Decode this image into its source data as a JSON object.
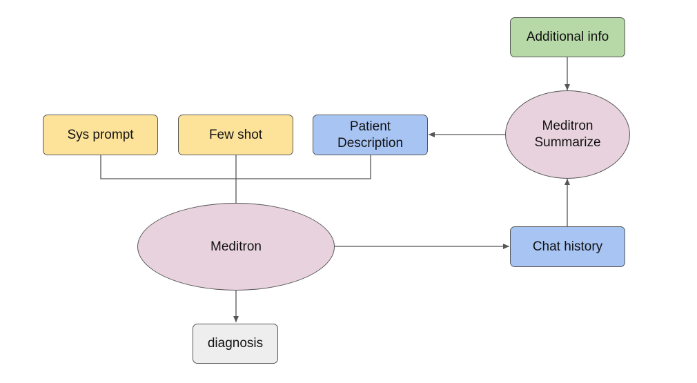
{
  "nodes": {
    "additional_info": "Additional info",
    "sys_prompt": "Sys prompt",
    "few_shot": "Few shot",
    "patient_description": "Patient\nDescription",
    "meditron_summarize": "Meditron\nSummarize",
    "meditron": "Meditron",
    "chat_history": "Chat history",
    "diagnosis": "diagnosis"
  },
  "edges": [
    {
      "from": "Additional info",
      "to": "Meditron Summarize"
    },
    {
      "from": "Meditron Summarize",
      "to": "Patient Description"
    },
    {
      "from": "Chat history",
      "to": "Meditron Summarize"
    },
    {
      "from": "Sys prompt",
      "to": "Meditron"
    },
    {
      "from": "Few shot",
      "to": "Meditron"
    },
    {
      "from": "Patient Description",
      "to": "Meditron"
    },
    {
      "from": "Meditron",
      "to": "Chat history"
    },
    {
      "from": "Meditron",
      "to": "diagnosis"
    }
  ],
  "colors": {
    "input_yellow": "#fde39a",
    "blue": "#a7c4f3",
    "green": "#b7d9a8",
    "model_pink": "#e8d2dd",
    "output_gray": "#eeeeee",
    "line": "#555555"
  }
}
